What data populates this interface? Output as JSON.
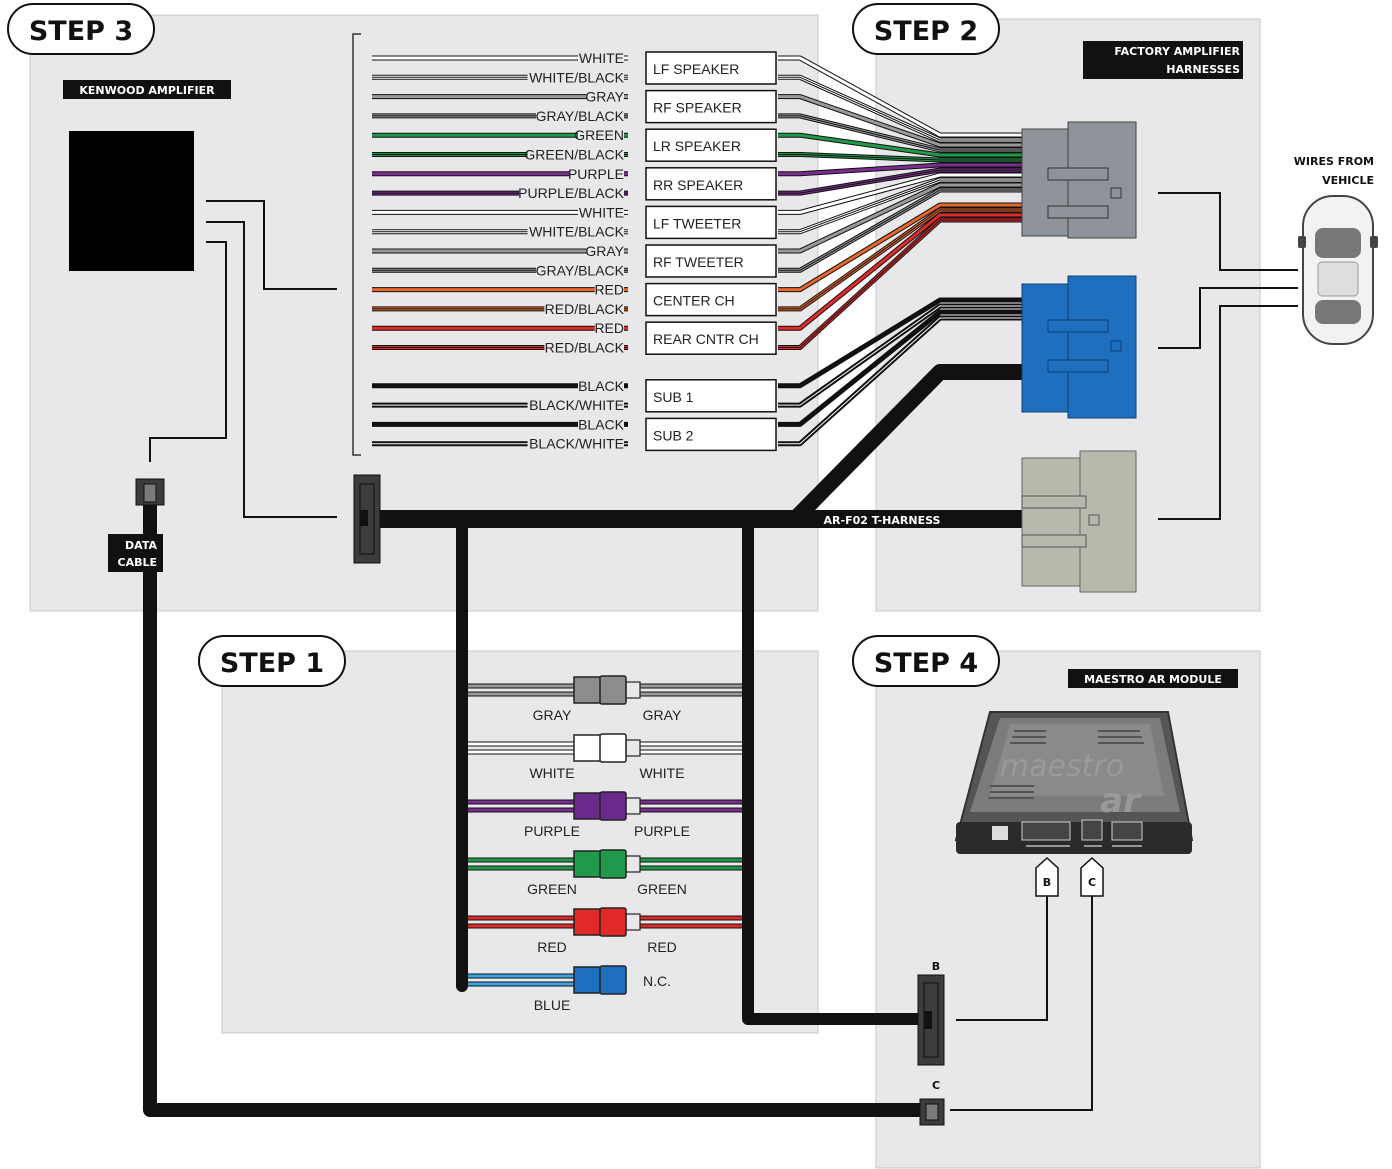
{
  "steps": {
    "step1": "STEP 1",
    "step2": "STEP 2",
    "step3": "STEP 3",
    "step4": "STEP 4"
  },
  "tags": {
    "kenwood_amplifier": "KENWOOD AMPLIFIER",
    "factory_amplifier_line1": "FACTORY AMPLIFIER",
    "factory_amplifier_line2": "HARNESSES",
    "maestro_module": "MAESTRO AR MODULE",
    "t_harness": "AR-F02 T-HARNESS",
    "data_cable_line1": "DATA",
    "data_cable_line2": "CABLE"
  },
  "headings": {
    "wires_from_line1": "WIRES FROM",
    "wires_from_line2": "VEHICLE"
  },
  "speaker_wires": [
    {
      "label": "WHITE",
      "color": "#ffffff",
      "stripe": "#ffffff"
    },
    {
      "label": "WHITE/BLACK",
      "color": "#ffffff",
      "stripe": "#111111"
    },
    {
      "label": "GRAY",
      "color": "#9a9a9a",
      "stripe": "#9a9a9a"
    },
    {
      "label": "GRAY/BLACK",
      "color": "#9a9a9a",
      "stripe": "#111111"
    },
    {
      "label": "GREEN",
      "color": "#1f9a4a",
      "stripe": "#1f9a4a"
    },
    {
      "label": "GREEN/BLACK",
      "color": "#1f9a4a",
      "stripe": "#111111"
    },
    {
      "label": "PURPLE",
      "color": "#7a2d91",
      "stripe": "#7a2d91"
    },
    {
      "label": "PURPLE/BLACK",
      "color": "#7a2d91",
      "stripe": "#111111"
    },
    {
      "label": "WHITE",
      "color": "#ffffff",
      "stripe": "#ffffff"
    },
    {
      "label": "WHITE/BLACK",
      "color": "#ffffff",
      "stripe": "#111111"
    },
    {
      "label": "GRAY",
      "color": "#9a9a9a",
      "stripe": "#9a9a9a"
    },
    {
      "label": "GRAY/BLACK",
      "color": "#9a9a9a",
      "stripe": "#111111"
    },
    {
      "label": "RED",
      "color": "#e8682a",
      "stripe": "#e8682a"
    },
    {
      "label": "RED/BLACK",
      "color": "#e8682a",
      "stripe": "#111111"
    },
    {
      "label": "RED",
      "color": "#e02a2a",
      "stripe": "#e02a2a"
    },
    {
      "label": "RED/BLACK",
      "color": "#e02a2a",
      "stripe": "#111111"
    },
    {
      "label": "BLACK",
      "color": "#111111",
      "stripe": "#111111"
    },
    {
      "label": "BLACK/WHITE",
      "color": "#111111",
      "stripe": "#ffffff"
    },
    {
      "label": "BLACK",
      "color": "#111111",
      "stripe": "#111111"
    },
    {
      "label": "BLACK/WHITE",
      "color": "#111111",
      "stripe": "#ffffff"
    }
  ],
  "channel_boxes": [
    "LF SPEAKER",
    "RF SPEAKER",
    "LR SPEAKER",
    "RR SPEAKER",
    "LF TWEETER",
    "RF TWEETER",
    "CENTER CH",
    "REAR CNTR CH",
    "SUB 1",
    "SUB 2"
  ],
  "step1_connectors": [
    {
      "left": "GRAY",
      "right": "GRAY",
      "color": "#8c8c8c",
      "wire": "#9a9a9a"
    },
    {
      "left": "WHITE",
      "right": "WHITE",
      "color": "#ffffff",
      "wire": "#ffffff"
    },
    {
      "left": "PURPLE",
      "right": "PURPLE",
      "color": "#6a2a8c",
      "wire": "#7a2d91"
    },
    {
      "left": "GREEN",
      "right": "GREEN",
      "color": "#1f9a4a",
      "wire": "#1f9a4a"
    },
    {
      "left": "RED",
      "right": "RED",
      "color": "#e02a2a",
      "wire": "#e02a2a"
    },
    {
      "left": "BLUE",
      "right": "N.C.",
      "color": "#1f6fbf",
      "wire": "#3aa6e6"
    }
  ],
  "module_ports": {
    "b": "B",
    "c": "C"
  },
  "connector_tags": {
    "b": "B",
    "c": "C"
  },
  "module_brand": "maestro",
  "module_logo": "ar",
  "colors": {
    "panel": "#e8e8ea",
    "gray_harness": "#8e9499",
    "blue_harness": "#1f6fbf",
    "tan_harness": "#b9b8ac"
  }
}
